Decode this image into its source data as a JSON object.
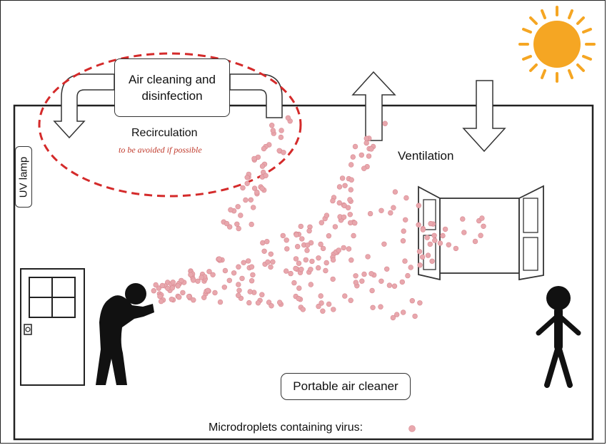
{
  "labels": {
    "air_cleaning_line1": "Air cleaning and",
    "air_cleaning_line2": "disinfection",
    "recirculation": "Recirculation",
    "recirculation_note": "to be avoided if  possible",
    "ventilation": "Ventilation",
    "uv_lamp": "UV lamp",
    "portable_air_cleaner": "Portable air cleaner",
    "microdroplets_legend": "Microdroplets containing virus:"
  },
  "colors": {
    "droplet": "#e8a7ad",
    "recirculation_ellipse": "#d42a2a",
    "recirculation_note": "#c0392b",
    "sun": "#f5a623",
    "outline": "#222222"
  },
  "icons": [
    "sun-icon",
    "person-coughing-icon",
    "person-standing-icon",
    "door-icon",
    "open-window-icon",
    "arrow-up-icon",
    "arrow-down-icon",
    "curved-arrow-left-icon",
    "curved-arrow-right-icon"
  ]
}
